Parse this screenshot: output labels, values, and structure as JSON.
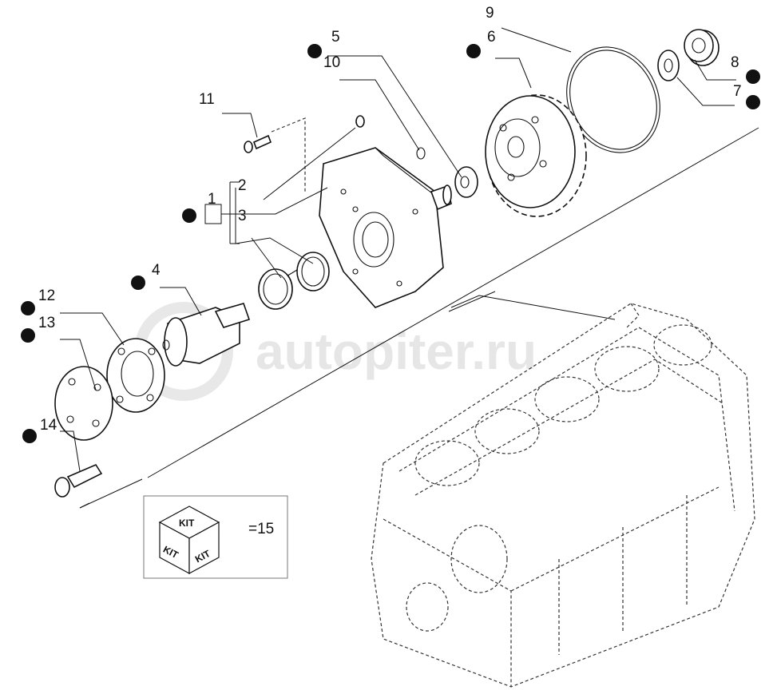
{
  "watermark": "autopiter.ru",
  "callouts": {
    "c1": "1",
    "c2": "2",
    "c3": "3",
    "c4": "4",
    "c5": "5",
    "c6": "6",
    "c7": "7",
    "c8": "8",
    "c9": "9",
    "c10": "10",
    "c11": "11",
    "c12": "12",
    "c13": "13",
    "c14": "14"
  },
  "kit": {
    "face_top": "KIT",
    "face_left": "KIT",
    "face_right": "KIT",
    "equals": "=15"
  },
  "colors": {
    "line": "#111111",
    "watermark": "#e6e6e6",
    "background": "#ffffff"
  }
}
